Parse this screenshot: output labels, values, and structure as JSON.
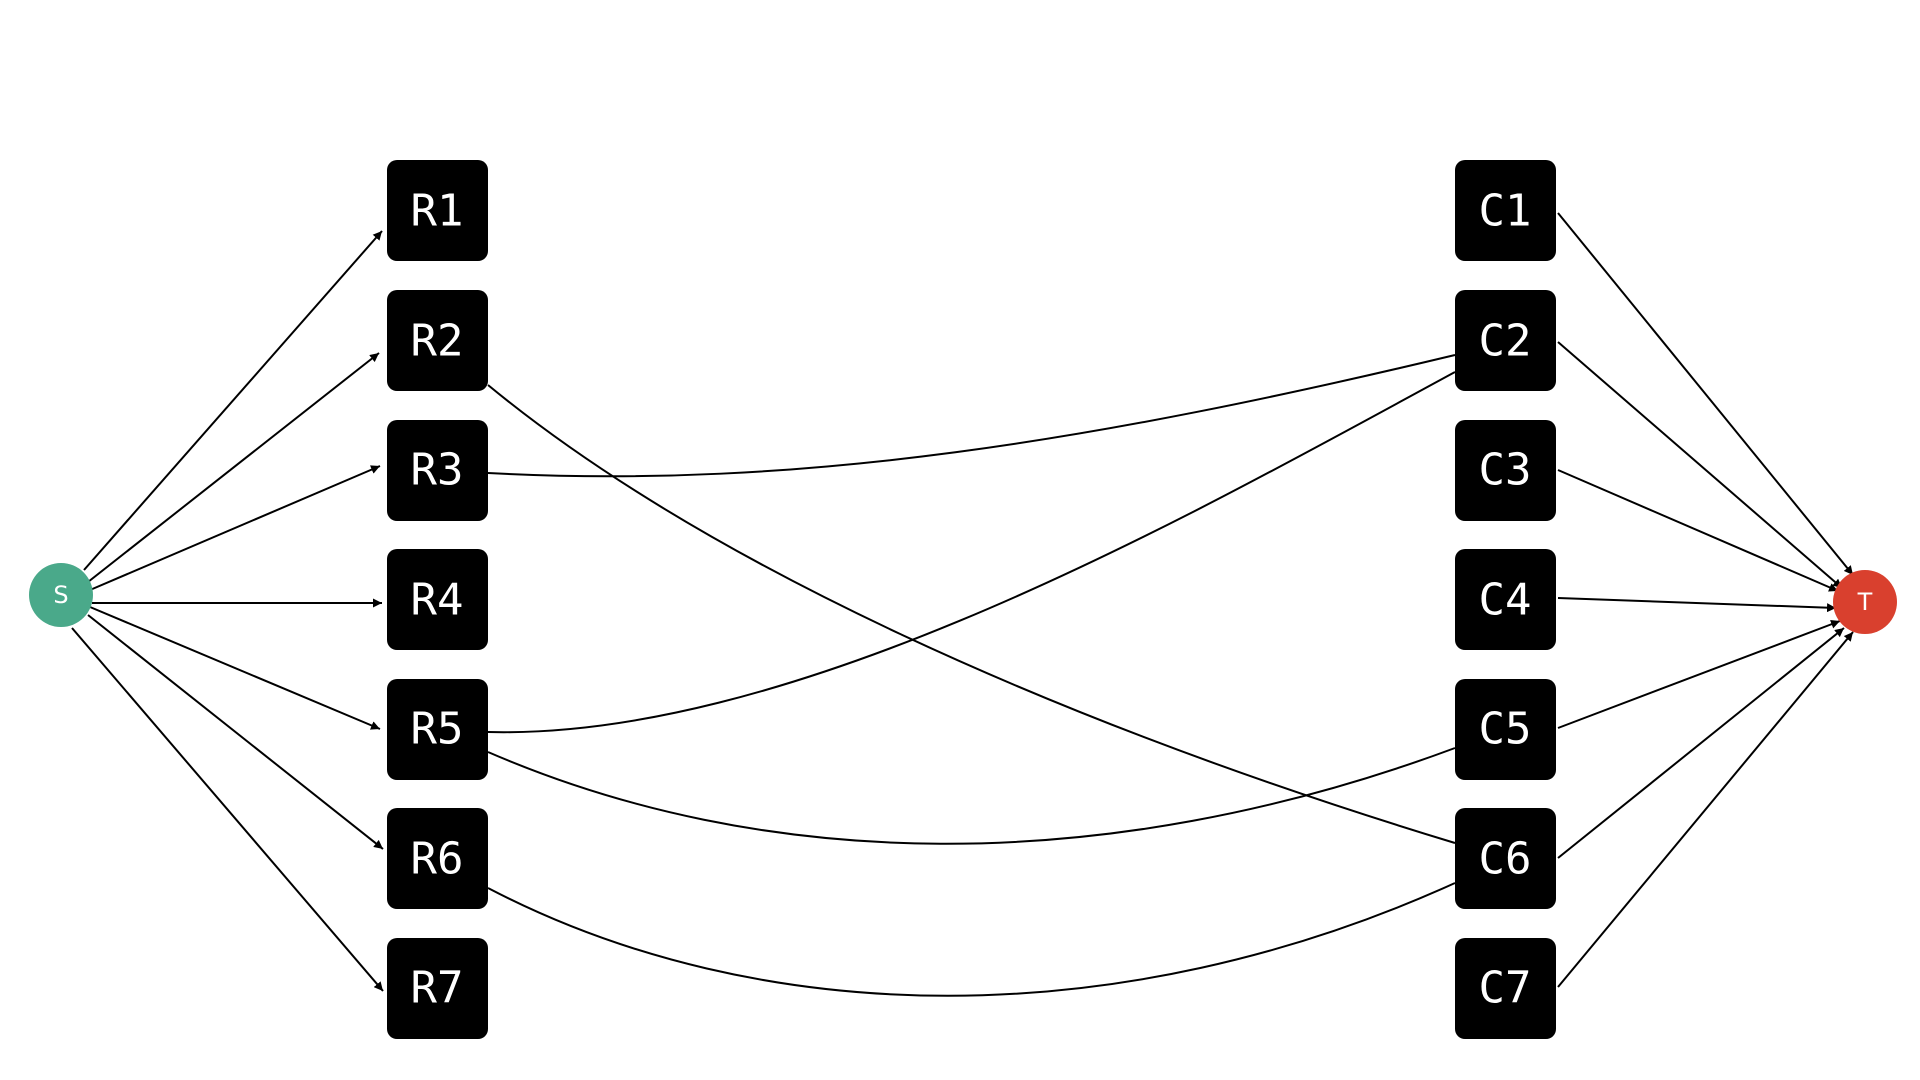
{
  "source": {
    "label": "S",
    "color": "#4aa98a"
  },
  "sink": {
    "label": "T",
    "color": "#d9402e"
  },
  "box_color": "#000000",
  "rows": [
    "R1",
    "R2",
    "R3",
    "R4",
    "R5",
    "R6",
    "R7"
  ],
  "cols": [
    "C1",
    "C2",
    "C3",
    "C4",
    "C5",
    "C6",
    "C7"
  ],
  "edges": [
    {
      "from": "S",
      "to": "R1"
    },
    {
      "from": "S",
      "to": "R2"
    },
    {
      "from": "S",
      "to": "R3"
    },
    {
      "from": "S",
      "to": "R4"
    },
    {
      "from": "S",
      "to": "R5"
    },
    {
      "from": "S",
      "to": "R6"
    },
    {
      "from": "S",
      "to": "R7"
    },
    {
      "from": "R2",
      "to": "C6"
    },
    {
      "from": "R3",
      "to": "C2"
    },
    {
      "from": "R5",
      "to": "C2"
    },
    {
      "from": "R5",
      "to": "C5"
    },
    {
      "from": "R6",
      "to": "C6"
    },
    {
      "from": "C1",
      "to": "T"
    },
    {
      "from": "C2",
      "to": "T"
    },
    {
      "from": "C3",
      "to": "T"
    },
    {
      "from": "C4",
      "to": "T"
    },
    {
      "from": "C5",
      "to": "T"
    },
    {
      "from": "C6",
      "to": "T"
    },
    {
      "from": "C7",
      "to": "T"
    }
  ]
}
